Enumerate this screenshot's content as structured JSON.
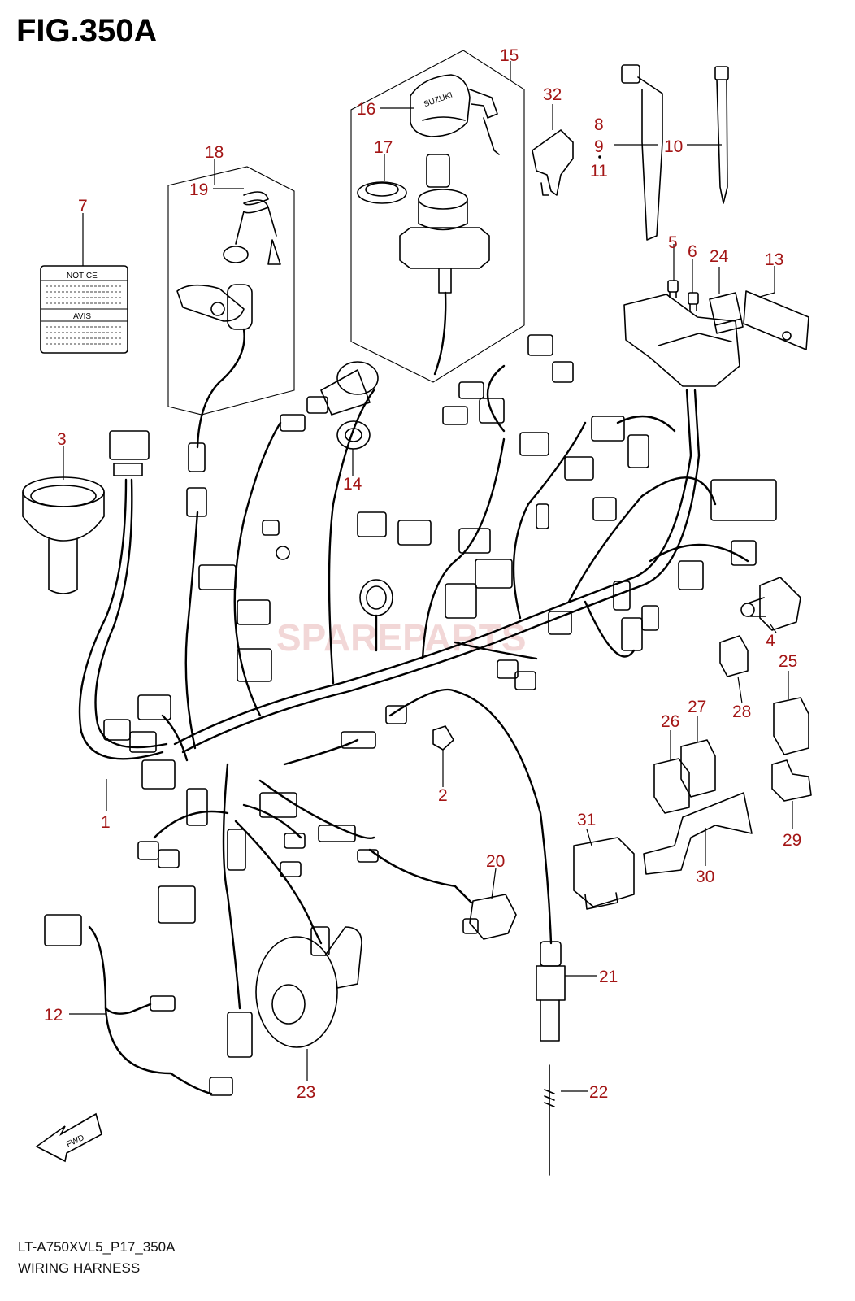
{
  "figure": {
    "title": "FIG.350A",
    "model_code": "LT-A750XVL5_P17_350A",
    "name": "WIRING HARNESS"
  },
  "labels": {
    "notice": "NOTICE",
    "avis": "AVIS",
    "suzuki": "SUZUKI",
    "fwd": "FWD",
    "watermark": "SPAREPARTS"
  },
  "callouts": [
    {
      "id": "c1",
      "text": "1"
    },
    {
      "id": "c2",
      "text": "2"
    },
    {
      "id": "c3",
      "text": "3"
    },
    {
      "id": "c4",
      "text": "4"
    },
    {
      "id": "c5",
      "text": "5"
    },
    {
      "id": "c6",
      "text": "6"
    },
    {
      "id": "c7",
      "text": "7"
    },
    {
      "id": "c8",
      "text": "8"
    },
    {
      "id": "c9",
      "text": "9"
    },
    {
      "id": "c10",
      "text": "10"
    },
    {
      "id": "c11",
      "text": "11"
    },
    {
      "id": "c12",
      "text": "12"
    },
    {
      "id": "c13",
      "text": "13"
    },
    {
      "id": "c14",
      "text": "14"
    },
    {
      "id": "c15",
      "text": "15"
    },
    {
      "id": "c16",
      "text": "16"
    },
    {
      "id": "c17",
      "text": "17"
    },
    {
      "id": "c18",
      "text": "18"
    },
    {
      "id": "c19",
      "text": "19"
    },
    {
      "id": "c20",
      "text": "20"
    },
    {
      "id": "c21",
      "text": "21"
    },
    {
      "id": "c22",
      "text": "22"
    },
    {
      "id": "c23",
      "text": "23"
    },
    {
      "id": "c24",
      "text": "24"
    },
    {
      "id": "c25",
      "text": "25"
    },
    {
      "id": "c26",
      "text": "26"
    },
    {
      "id": "c27",
      "text": "27"
    },
    {
      "id": "c28",
      "text": "28"
    },
    {
      "id": "c29",
      "text": "29"
    },
    {
      "id": "c30",
      "text": "30"
    },
    {
      "id": "c31",
      "text": "31"
    },
    {
      "id": "c32",
      "text": "32"
    }
  ]
}
